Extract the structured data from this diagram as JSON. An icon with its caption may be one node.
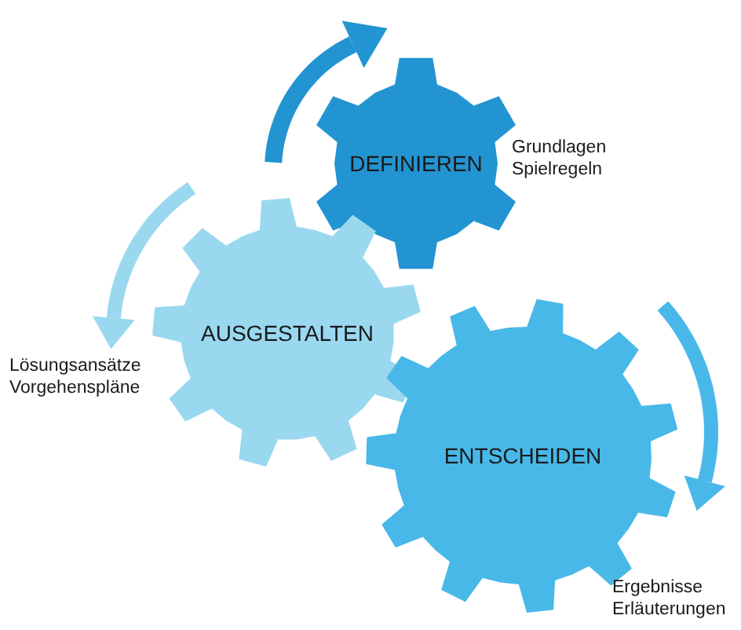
{
  "diagram": {
    "nodes": [
      {
        "text": [
          "DEFINIEREN"
        ],
        "beside": [
          "Grundlagen Spielregeln"
        ]
      },
      {
        "text": [
          "AUSGESTALTEN"
        ],
        "beside": [
          "Lösungsansätze Vorgehenspläne"
        ]
      },
      {
        "text": [
          "ENTSCHEIDEN"
        ],
        "beside": [
          "Ergebnisse Erläuterungen"
        ]
      }
    ]
  }
}
